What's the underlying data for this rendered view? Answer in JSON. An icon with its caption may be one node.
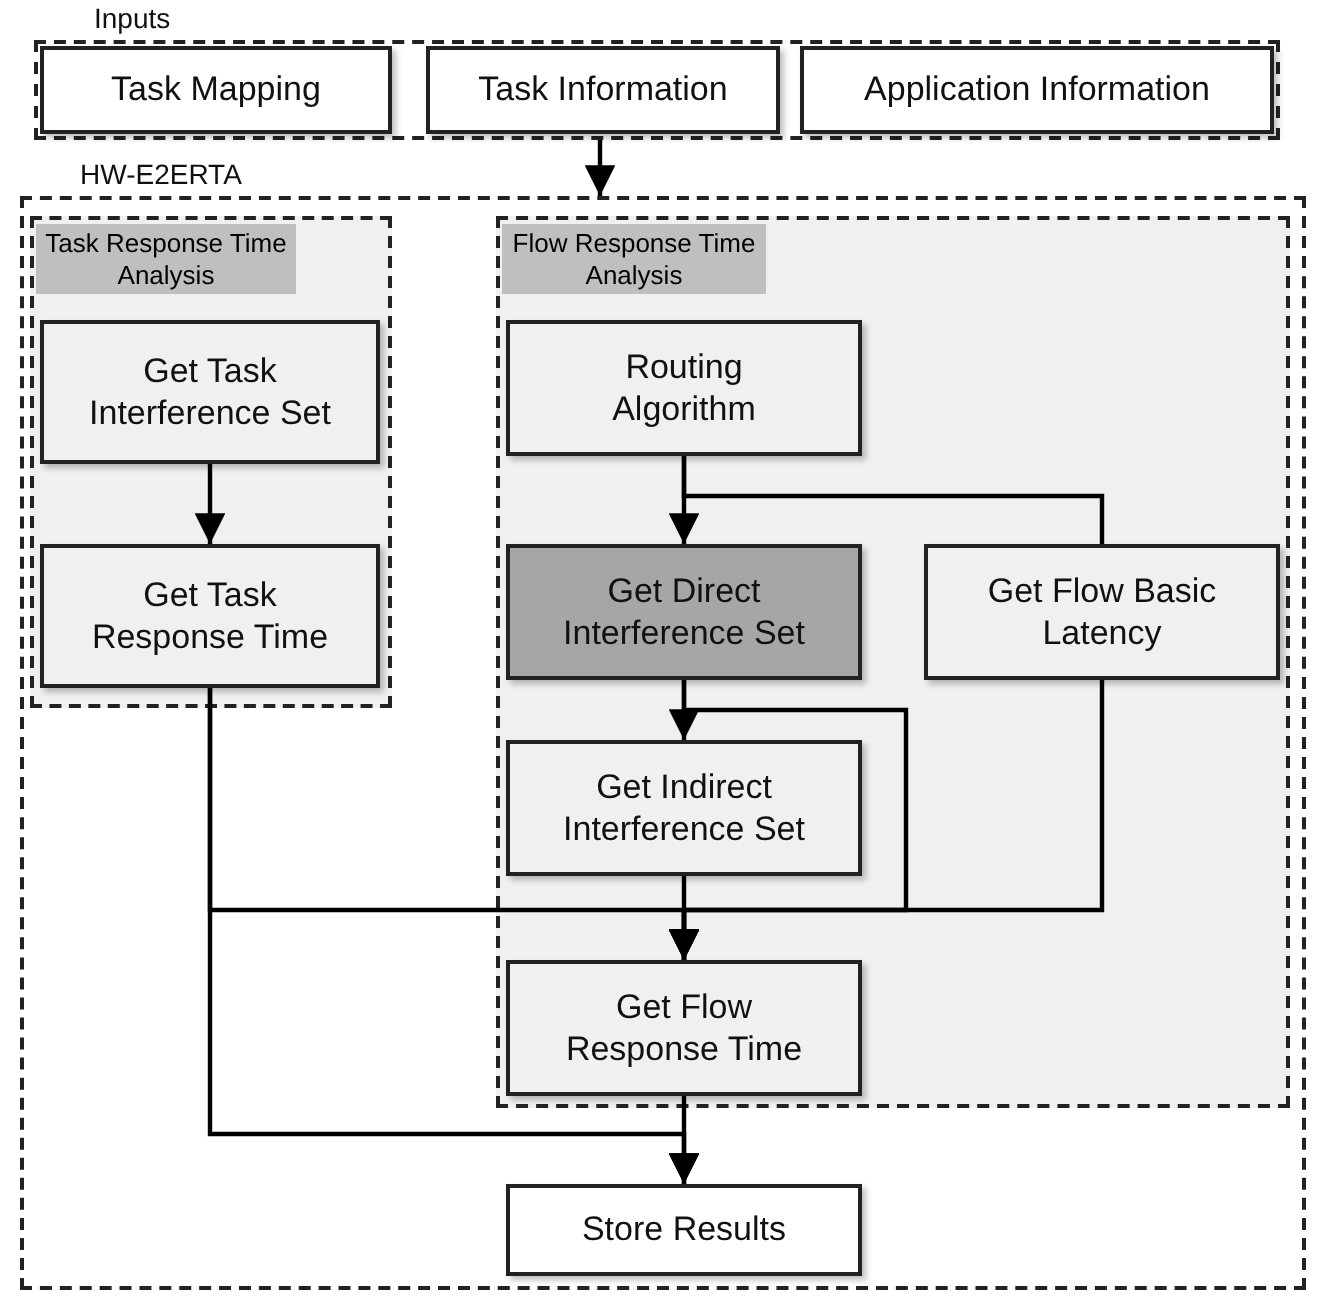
{
  "diagram": {
    "nodes": [
      {
        "text": [
          "Inputs"
        ]
      },
      {
        "text": [
          "Task Mapping"
        ],
        "in": 0
      },
      {
        "text": [
          "Task Information"
        ],
        "in": 0
      },
      {
        "text": [
          "Application Information"
        ],
        "in": 0
      },
      {
        "text": [
          "HW-E2ERTA"
        ]
      },
      {
        "text": [
          "Task Response Time Analysis"
        ],
        "in": 4
      },
      {
        "text": [
          "Get Task Interference Set"
        ],
        "in": 5
      },
      {
        "text": [
          "Get Task Response Time"
        ],
        "in": 5
      },
      {
        "text": [
          "Flow Response Time Analysis"
        ],
        "in": 4
      },
      {
        "text": [
          "Routing Algorithm"
        ],
        "in": 8
      },
      {
        "text": [
          "Get Direct Interference Set"
        ],
        "in": 8
      },
      {
        "text": [
          "Get Flow Basic Latency"
        ],
        "in": 8
      },
      {
        "text": [
          "Get Indirect Interference Set"
        ],
        "in": 8
      },
      {
        "text": [
          "Get Flow Response Time"
        ],
        "in": 8
      },
      {
        "text": [
          "Store Results"
        ],
        "in": 4
      }
    ],
    "edges": [
      {
        "from": 0,
        "to": 4,
        "arrow": "to"
      },
      {
        "from": 6,
        "to": 7,
        "arrow": "to"
      },
      {
        "from": 9,
        "to": 10,
        "arrow": "to"
      },
      {
        "from": 9,
        "to": 11,
        "arrow": "none"
      },
      {
        "from": 10,
        "to": 12,
        "arrow": "to"
      },
      {
        "from": 10,
        "to": 13,
        "arrow": "to"
      },
      {
        "from": 12,
        "to": 13,
        "arrow": "to"
      },
      {
        "from": 11,
        "to": 13,
        "arrow": "to"
      },
      {
        "from": 7,
        "to": 13,
        "arrow": "to"
      },
      {
        "from": 13,
        "to": 14,
        "arrow": "to"
      },
      {
        "from": 7,
        "to": 14,
        "arrow": "to"
      }
    ]
  }
}
